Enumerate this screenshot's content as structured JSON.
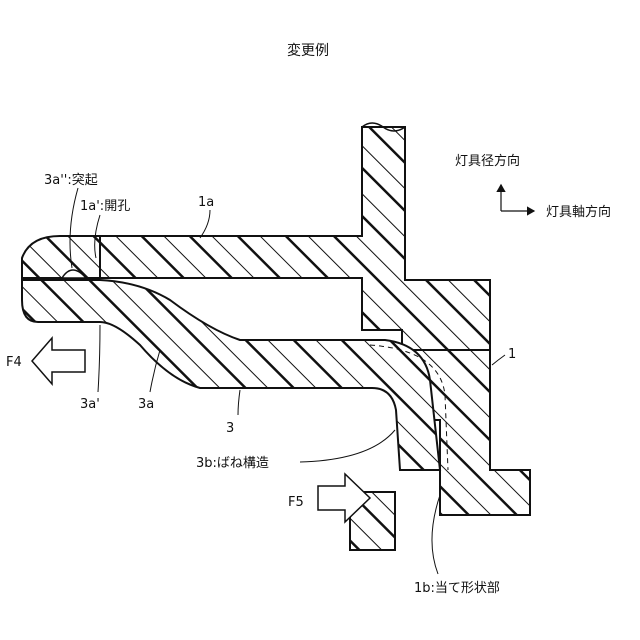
{
  "title": "変更例",
  "labels": {
    "protrusion": "3a'':突起",
    "opening": "1a':開孔",
    "part_1a": "1a",
    "part_1": "1",
    "part_3a_prime": "3a'",
    "part_3a": "3a",
    "part_3": "3",
    "spring": "3b:ばね構造",
    "contact": "1b:当て形状部",
    "force_f4": "F4",
    "force_f5": "F5"
  },
  "axes": {
    "radial": "灯具径方向",
    "axial": "灯具軸方向"
  }
}
